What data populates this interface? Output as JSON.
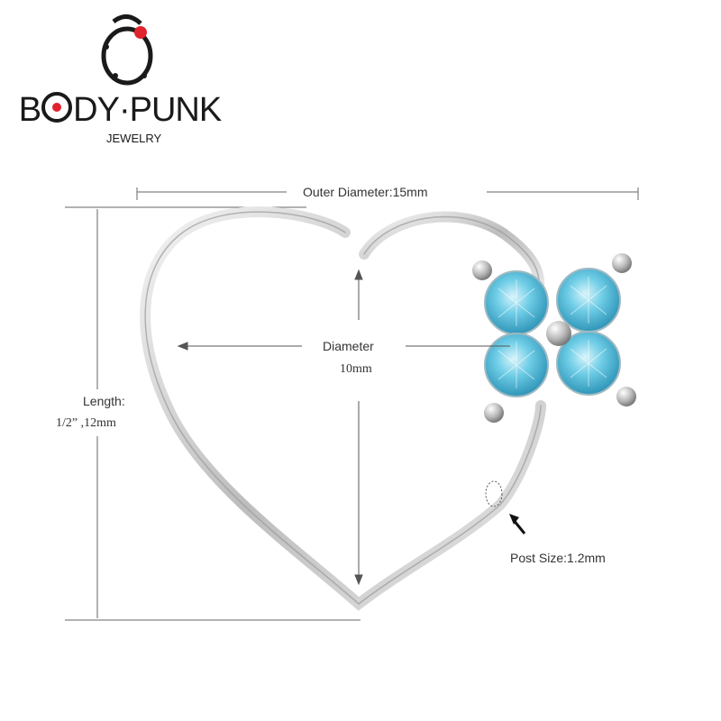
{
  "brand": {
    "name_left": "B",
    "name_mid": "DY·PUNK",
    "tagline": "JEWELRY",
    "accent_color": "#e0232d"
  },
  "dimensions": {
    "outer_diameter": "Outer Diameter:15mm",
    "diameter_label": "Diameter",
    "diameter_value": "10mm",
    "length_label": "Length:",
    "length_value": "1/2” ,12mm",
    "post_size": "Post Size:1.2mm"
  },
  "colors": {
    "gem": "#5fc3df",
    "metal": "#c8c8c8",
    "line": "#555555"
  },
  "icons": [
    "logo-ring-icon",
    "heart-ring-image",
    "gem-cluster-image",
    "pointer-arrow-icon"
  ]
}
